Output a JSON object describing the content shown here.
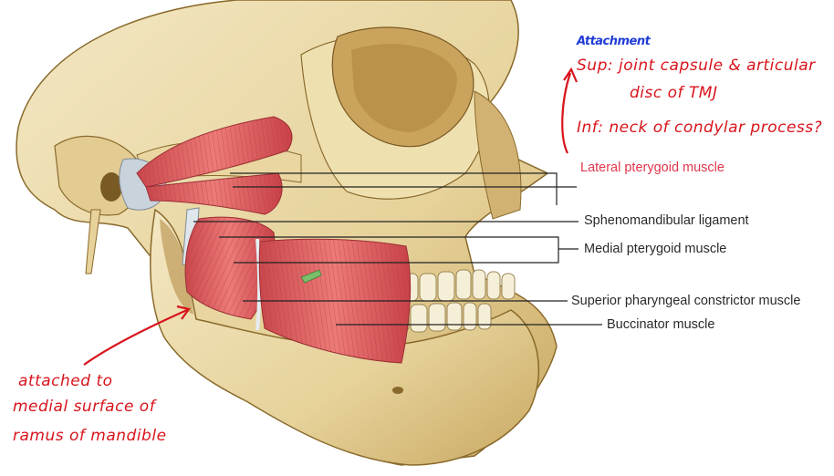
{
  "labels": {
    "lateral_pterygoid": "Lateral pterygoid muscle",
    "sphenomandibular": "Sphenomandibular ligament",
    "medial_pterygoid": "Medial pterygoid muscle",
    "superior_pharyngeal": "Superior pharyngeal constrictor muscle",
    "buccinator": "Buccinator muscle"
  },
  "notes": {
    "attachment_title": "Attachment",
    "sup_line1": "Sup: joint capsule & articular",
    "sup_line2": "disc of TMJ",
    "inf_line": "Inf: neck of condylar process?",
    "attached_line1": "attached to",
    "attached_line2": "medial surface of",
    "attached_line3": "ramus of mandible"
  },
  "colors": {
    "bone": "#ead9a8",
    "bone_shadow": "#c8a86a",
    "muscle": "#d8565a",
    "muscle_light": "#ee8a86",
    "label_red": "#e0364b",
    "note_blue": "#1f3cd6",
    "note_red": "#d8141c"
  }
}
